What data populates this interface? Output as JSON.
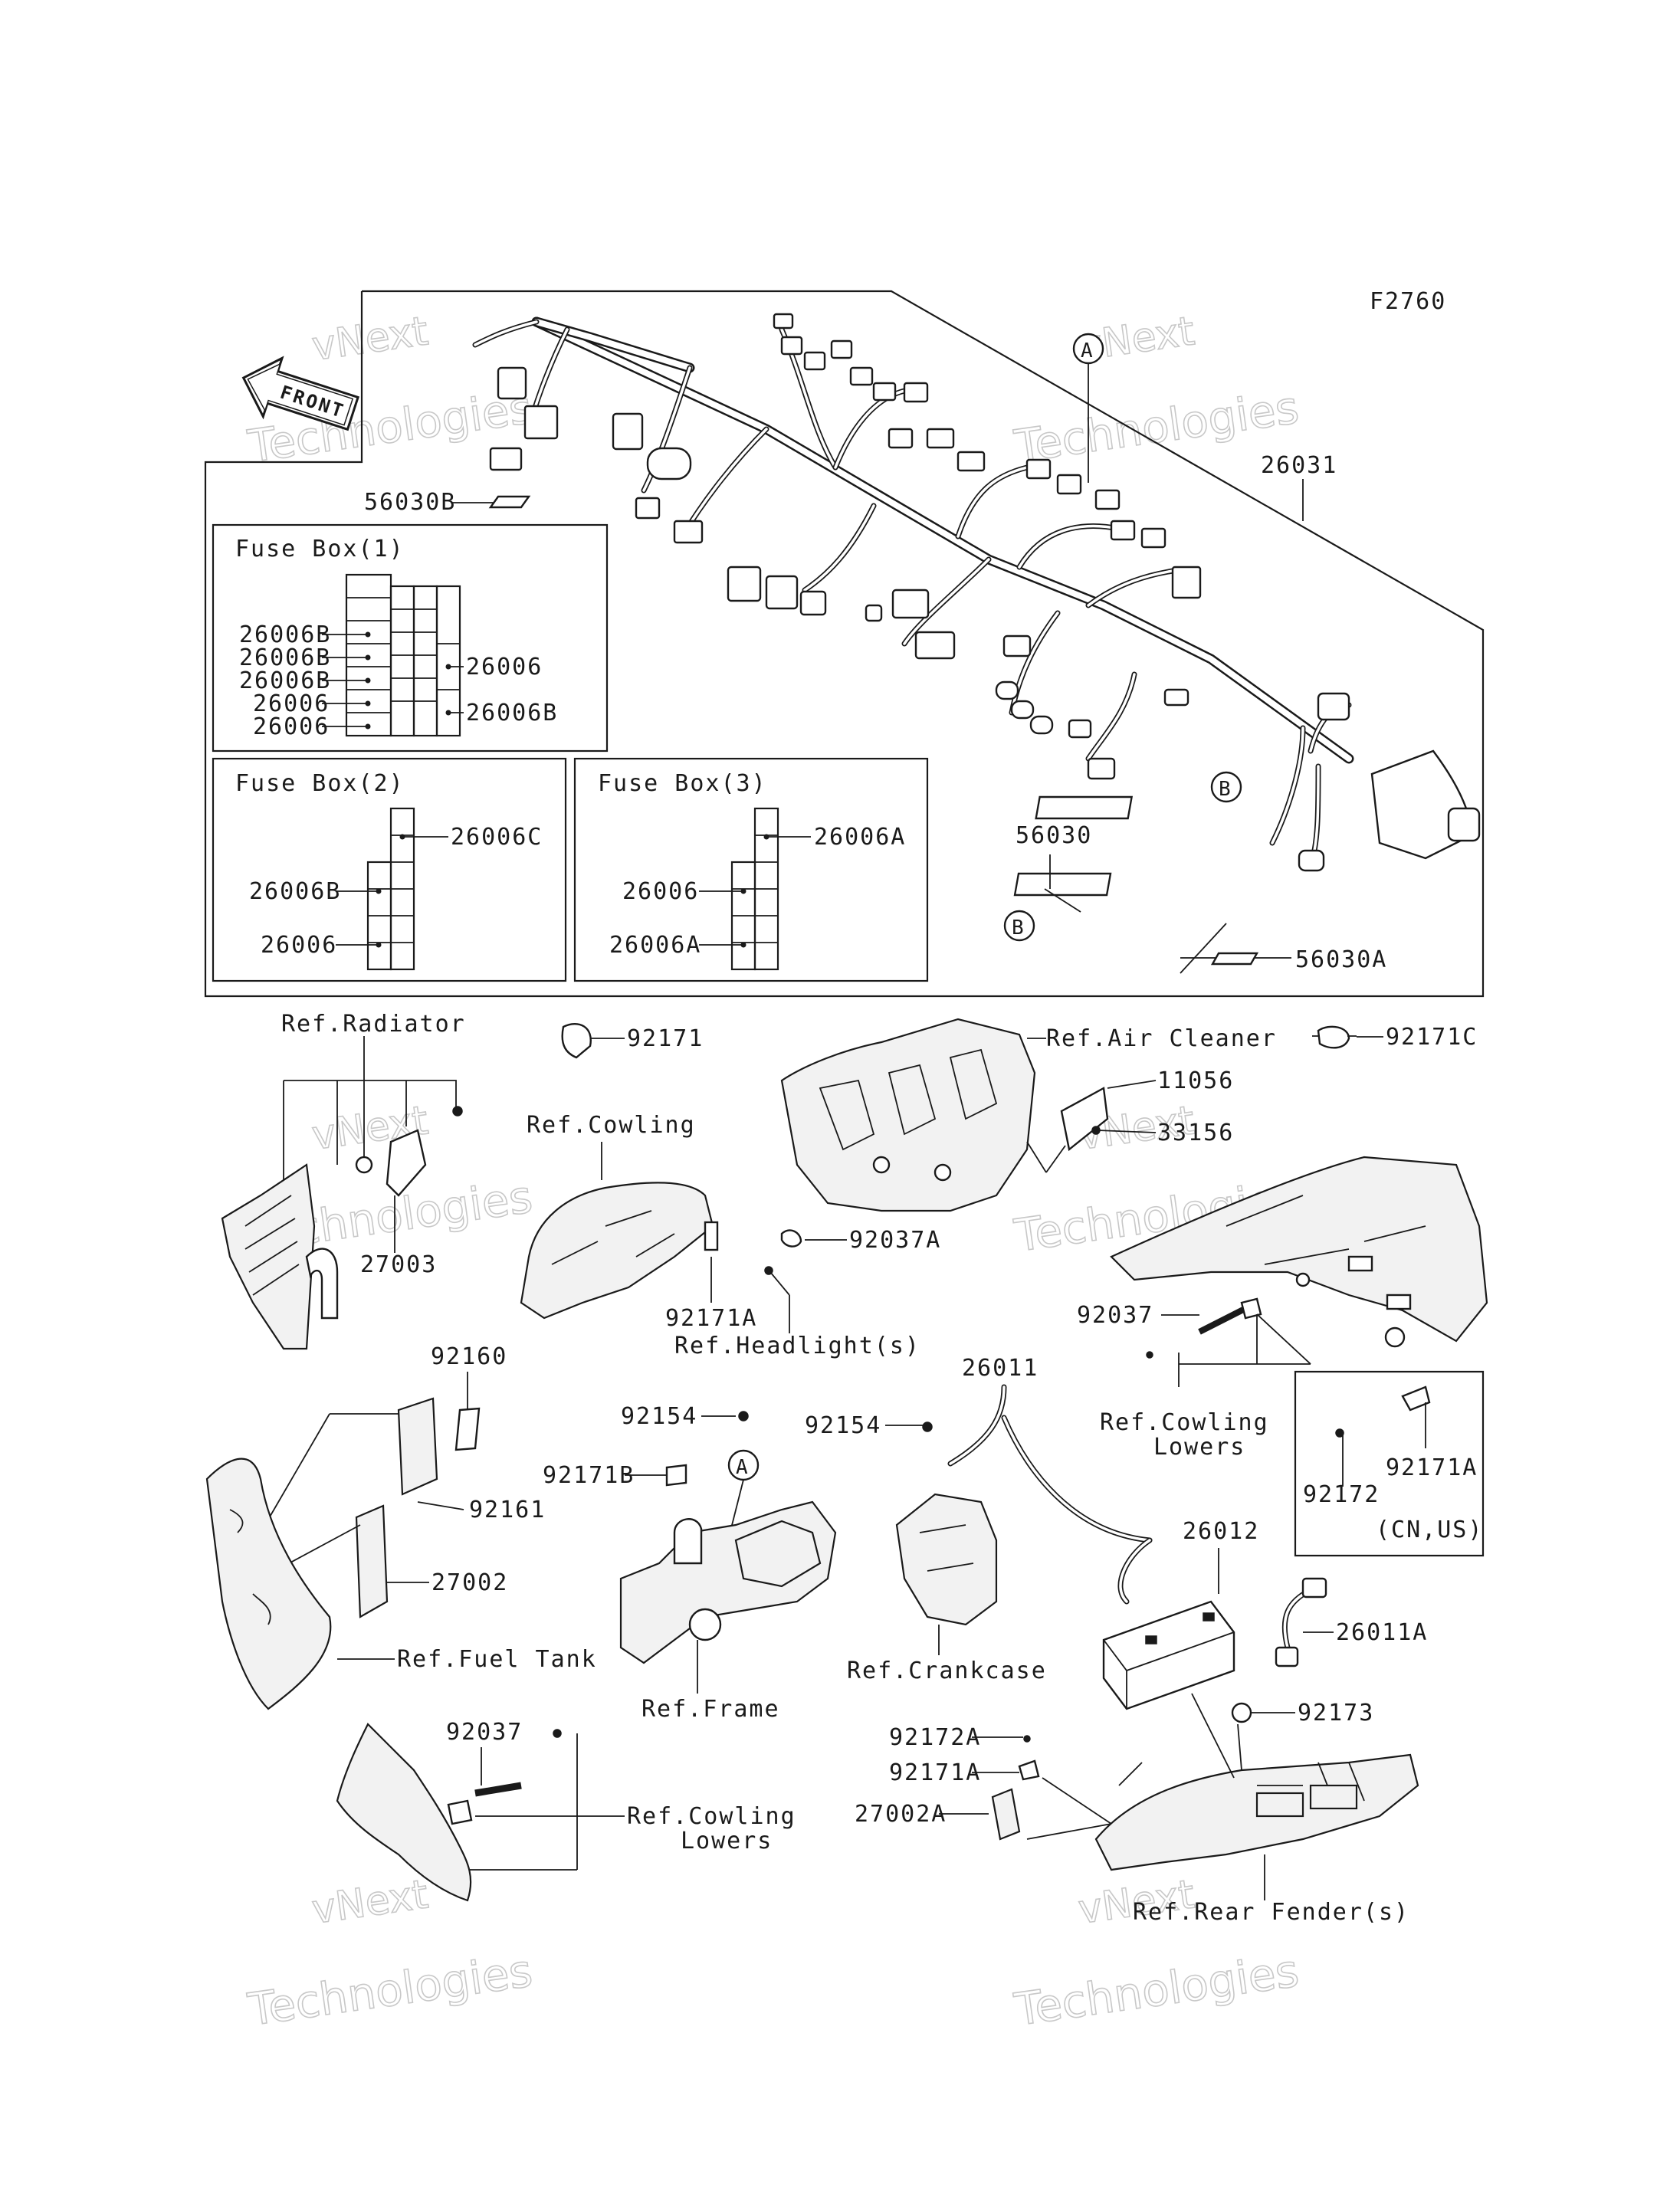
{
  "figure_code": "F2760",
  "front_badge": "FRONT",
  "watermark": {
    "line1": "vNext",
    "line2": "vNext Technologies",
    "line3": "Technologies"
  },
  "fuse_boxes": [
    {
      "title": "Fuse Box(1)",
      "labels": [
        "26006B",
        "26006B",
        "26006B",
        "26006",
        "26006",
        "26006",
        "26006B"
      ]
    },
    {
      "title": "Fuse Box(2)",
      "labels": [
        "26006C",
        "26006B",
        "26006"
      ]
    },
    {
      "title": "Fuse Box(3)",
      "labels": [
        "26006A",
        "26006",
        "26006A"
      ]
    }
  ],
  "callouts": {
    "A": "A",
    "B": "B"
  },
  "parts": {
    "p56030B": "56030B",
    "p26031": "26031",
    "p56030": "56030",
    "p56030A": "56030A",
    "p92171": "92171",
    "p92171C": "92171C",
    "p11056": "11056",
    "p33156": "33156",
    "p27003": "27003",
    "p92037A": "92037A",
    "p92171A_1": "92171A",
    "p92037_1": "92037",
    "p92160": "92160",
    "p92161": "92161",
    "p27002": "27002",
    "p92154_1": "92154",
    "p92171B": "92171B",
    "p26011": "26011",
    "p92154_2": "92154",
    "p92172": "92172",
    "p92171A_2": "92171A",
    "p26012": "26012",
    "p26011A": "26011A",
    "p92173": "92173",
    "p92172A": "92172A",
    "p92171A_3": "92171A",
    "p27002A": "27002A",
    "p92037_2": "92037"
  },
  "references": {
    "radiator": "Ref.Radiator",
    "cowling": "Ref.Cowling",
    "headlight": "Ref.Headlight(s)",
    "air_cleaner": "Ref.Air Cleaner",
    "cowling_lowers_1a": "Ref.Cowling",
    "cowling_lowers_1b": "Lowers",
    "fuel_tank": "Ref.Fuel Tank",
    "frame": "Ref.Frame",
    "crankcase": "Ref.Crankcase",
    "cowling_lowers_2a": "Ref.Cowling",
    "cowling_lowers_2b": "Lowers",
    "rear_fender": "Ref.Rear Fender(s)",
    "region_note": "(CN,US)"
  }
}
